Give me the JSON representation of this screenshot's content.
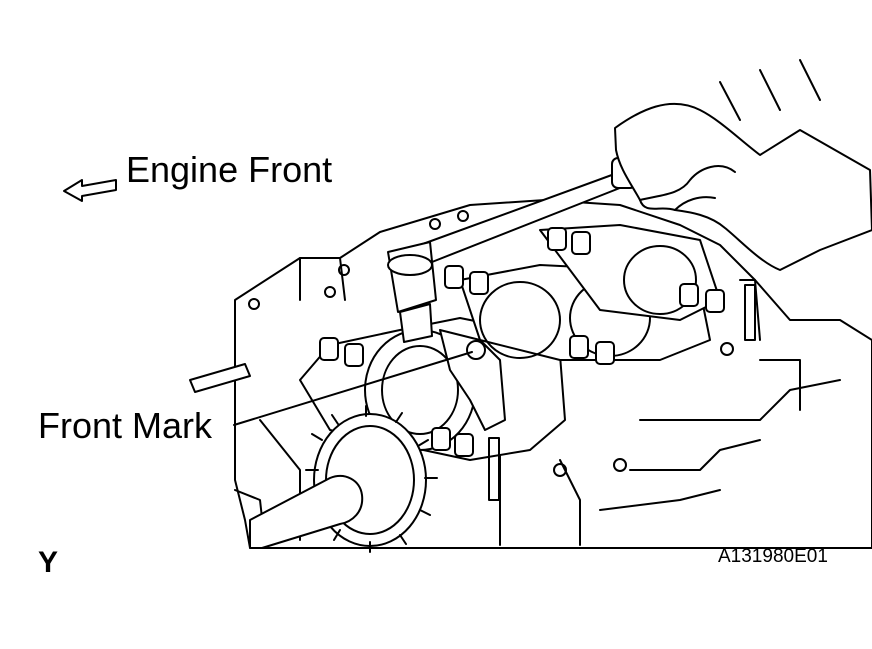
{
  "labels": {
    "engine_front": "Engine Front",
    "front_mark": "Front Mark",
    "view_code": "Y",
    "figure_id": "A131980E01"
  },
  "colors": {
    "line": "#000000",
    "background": "#ffffff"
  }
}
